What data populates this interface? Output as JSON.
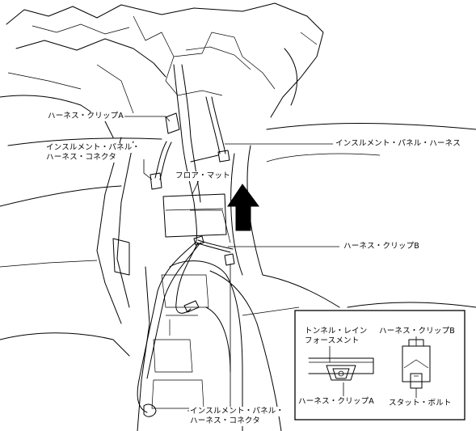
{
  "labels": {
    "harness_clip_a": "ハーネス・クリップA",
    "panel_connector_upper_line1": "インスルメント・パネル・",
    "panel_connector_upper_line2": "ハーネス・コネクタ",
    "floor_mat": "フロア・マット",
    "panel_harness": "インスルメント・パネル・ハーネス",
    "harness_clip_b": "ハーネス・クリップB",
    "panel_connector_lower_line1": "インスルメント・パネル・",
    "panel_connector_lower_line2": "ハーネス・コネクタ"
  },
  "inset": {
    "tunnel_line1": "トンネル・レイン",
    "tunnel_line2": "フォースメント",
    "clip_b": "ハーネス・クリップB",
    "clip_a": "ハーネス・クリップA",
    "stud_bolt": "スタット・ボルト"
  },
  "arrow": {
    "direction": "forward"
  }
}
